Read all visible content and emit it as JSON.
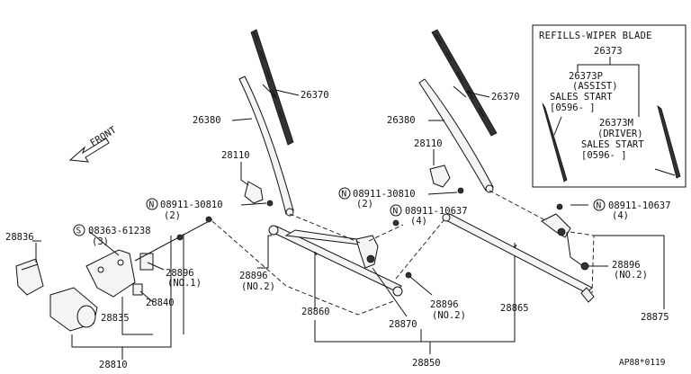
{
  "diagram": {
    "inset": {
      "title": "REFILLS-WIPER BLADE",
      "part_main": "26373",
      "assist_part": "26373P",
      "assist_label": "(ASSIST)",
      "assist_sales": "SALES START",
      "assist_date": "[0596-      ]",
      "driver_part": "26373M",
      "driver_label": "(DRIVER)",
      "driver_sales": "SALES START",
      "driver_date": "[0596-      ]"
    },
    "front_label": "FRONT",
    "labels": {
      "p26370_l": "26370",
      "p26380_l": "26380",
      "p28110_l": "28110",
      "n1_symbol": "N",
      "n1_part": "08911-30810",
      "n1_qty": "(2)",
      "s1_symbol": "S",
      "s1_part": "08363-61238",
      "s1_qty": "(3)",
      "p28836": "28836",
      "p28896_no1": "28896",
      "p28896_no1_sub": "(NO.1)",
      "p28840": "28840",
      "p28835": "28835",
      "p28810": "28810",
      "p28896_no2_a": "28896",
      "p28896_no2_a_sub": "(NO.2)",
      "p28860": "28860",
      "p28870": "28870",
      "p28850": "28850",
      "p26370_r": "26370",
      "p26380_r": "26380",
      "p28110_r": "28110",
      "n2_symbol": "N",
      "n2_part": "08911-30810",
      "n2_qty": "(2)",
      "n3_symbol": "N",
      "n3_part": "08911-10637",
      "n3_qty": "(4)",
      "n4_symbol": "N",
      "n4_part": "08911-10637",
      "n4_qty": "(4)",
      "p28896_no2_b": "28896",
      "p28896_no2_b_sub": "(NO.2)",
      "p28865": "28865",
      "p28896_no2_c": "28896",
      "p28896_no2_c_sub": "(NO.2)",
      "p28875": "28875",
      "code": "AP88*0119"
    }
  }
}
